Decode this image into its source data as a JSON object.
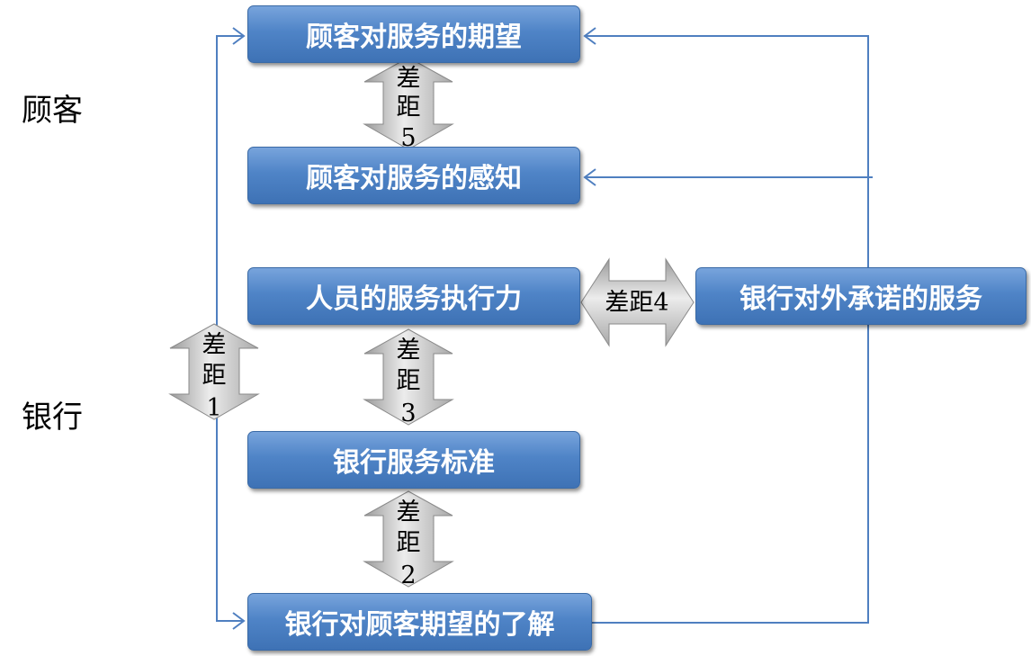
{
  "zones": {
    "customer": "顾客",
    "bank": "银行"
  },
  "boxes": {
    "customer_expectation": "顾客对服务的期望",
    "customer_perception": "顾客对服务的感知",
    "staff_execution": "人员的服务执行力",
    "bank_promise": "银行对外承诺的服务",
    "bank_standard": "银行服务标准",
    "bank_understanding": "银行对顾客期望的了解"
  },
  "gaps": {
    "gap5": {
      "l1": "差",
      "l2": "距",
      "l3": "5"
    },
    "gap4": {
      "label": "差距4"
    },
    "gap3": {
      "l1": "差",
      "l2": "距",
      "l3": "3"
    },
    "gap2": {
      "l1": "差",
      "l2": "距",
      "l3": "2"
    },
    "gap1": {
      "l1": "差",
      "l2": "距",
      "l3": "1"
    }
  },
  "colors": {
    "box": "#4f84c7",
    "connector": "#4f7fc0",
    "gap_arrow": "#c8c8c8"
  }
}
